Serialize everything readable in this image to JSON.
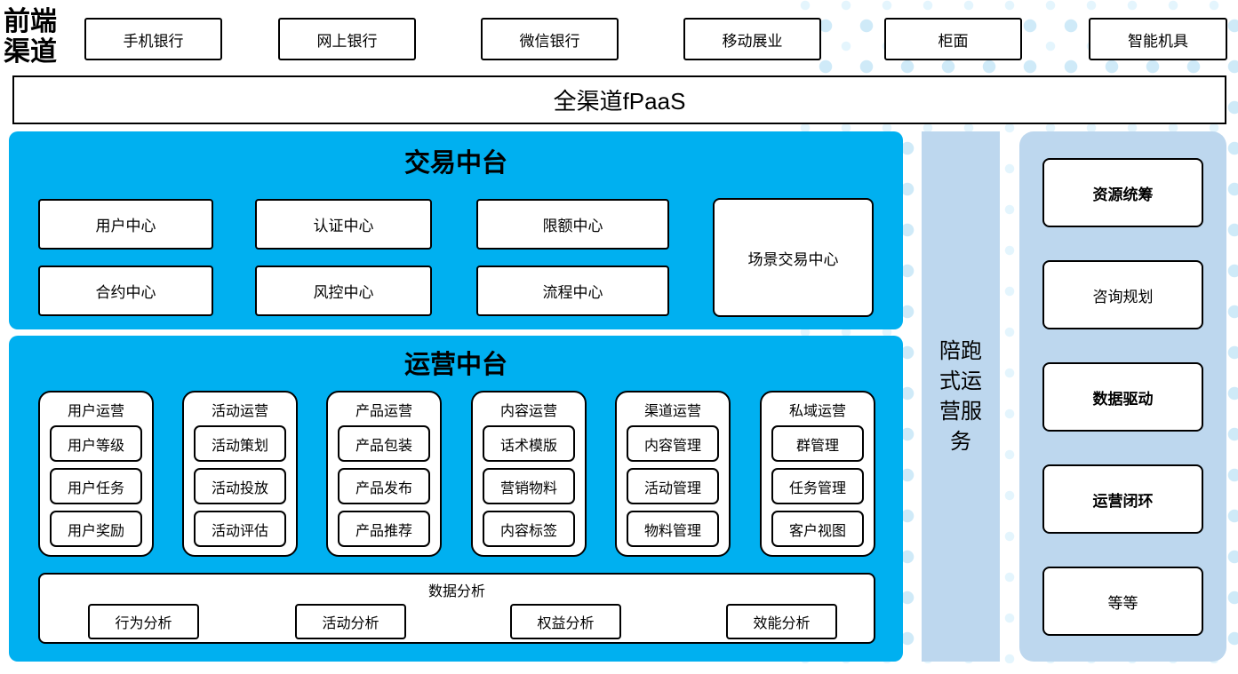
{
  "palette": {
    "bright_blue": "#00B0F0",
    "light_blue": "#BDD7EE",
    "dot_color": "#CFEAF8",
    "border": "#000000"
  },
  "header": {
    "label": "前端渠道",
    "channels": [
      "手机银行",
      "网上银行",
      "微信银行",
      "移动展业",
      "柜面",
      "智能机具"
    ]
  },
  "fpaas": {
    "label": "全渠道fPaaS"
  },
  "trading_platform": {
    "title": "交易中台",
    "centers_row1": [
      "用户中心",
      "认证中心",
      "限额中心"
    ],
    "centers_row2": [
      "合约中心",
      "风控中心",
      "流程中心"
    ],
    "scenario_center": "场景交易中心"
  },
  "operation_platform": {
    "title": "运营中台",
    "groups": [
      {
        "title": "用户运营",
        "items": [
          "用户等级",
          "用户任务",
          "用户奖励"
        ]
      },
      {
        "title": "活动运营",
        "items": [
          "活动策划",
          "活动投放",
          "活动评估"
        ]
      },
      {
        "title": "产品运营",
        "items": [
          "产品包装",
          "产品发布",
          "产品推荐"
        ]
      },
      {
        "title": "内容运营",
        "items": [
          "话术模版",
          "营销物料",
          "内容标签"
        ]
      },
      {
        "title": "渠道运营",
        "items": [
          "内容管理",
          "活动管理",
          "物料管理"
        ]
      },
      {
        "title": "私域运营",
        "items": [
          "群管理",
          "任务管理",
          "客户视图"
        ]
      }
    ],
    "data_analysis": {
      "title": "数据分析",
      "items": [
        "行为分析",
        "活动分析",
        "权益分析",
        "效能分析"
      ]
    }
  },
  "side_bar": {
    "label": "陪跑式运营服务"
  },
  "service_panel": {
    "items": [
      {
        "label": "资源统筹",
        "bold": true
      },
      {
        "label": "咨询规划",
        "bold": false
      },
      {
        "label": "数据驱动",
        "bold": true
      },
      {
        "label": "运营闭环",
        "bold": true
      },
      {
        "label": "等等",
        "bold": false
      }
    ]
  }
}
